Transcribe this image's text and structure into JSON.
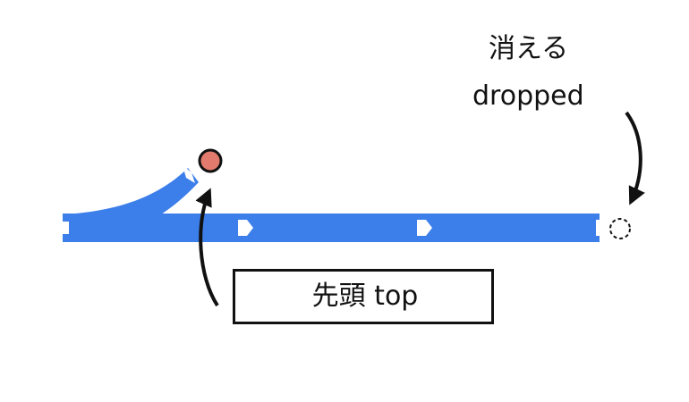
{
  "labels": {
    "dropped_ja": "消える",
    "dropped_en": "dropped",
    "top": "先頭 top"
  },
  "colors": {
    "track": "#3d7fea",
    "track_edge": "#ffffff",
    "connector": "#ffffff",
    "top_marker": "#e27b6d",
    "stroke": "#111111"
  },
  "icons": {
    "top_marker": "filled-circle",
    "dropped_marker": "dashed-circle",
    "arrows": "curved-arrow"
  }
}
